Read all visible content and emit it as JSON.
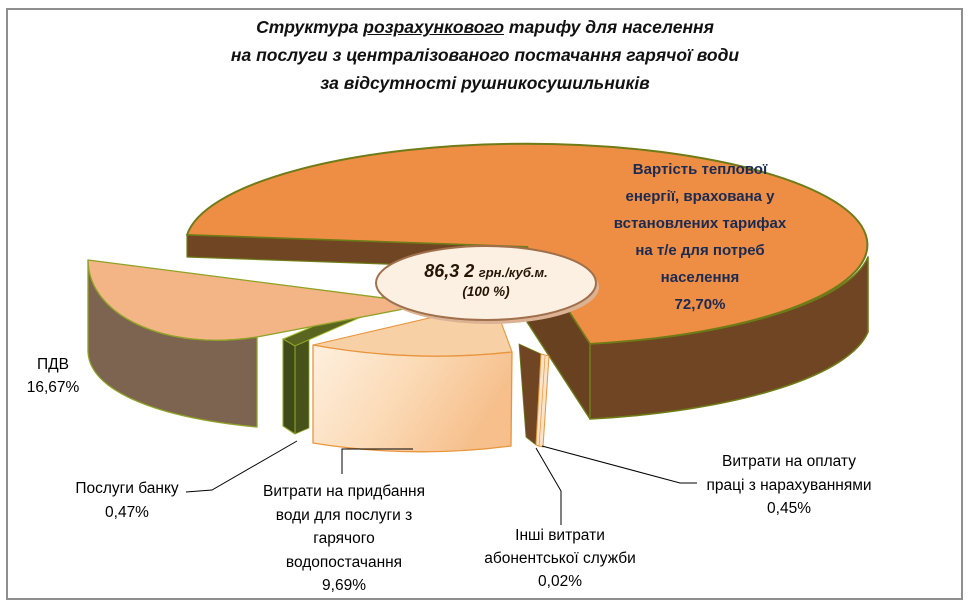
{
  "title": {
    "part1": "Структура ",
    "underlined": "розрахункового",
    "part2": " тарифу для населення",
    "line2": "на послуги з централізованого постачання гарячої води",
    "line3": "за відсутності рушникосушильників"
  },
  "center_label": {
    "value": "86,3 2",
    "unit": "грн./куб.м.",
    "total": "(100 %)"
  },
  "chart_data": {
    "type": "pie",
    "style": "3d-exploded",
    "unit": "грн./куб.м.",
    "total_value": "86,32",
    "total_pct": 100,
    "legend_position": "callouts",
    "slices": [
      {
        "name": "Вартість теплової енергії, врахована у встановлених тарифах на т/е для потреб населення",
        "pct": 72.7,
        "pct_label": "72,70%",
        "color": "#ED8E44",
        "side_color": "#6F4523",
        "outline": "#6E7B17"
      },
      {
        "name": "ПДВ",
        "pct": 16.67,
        "pct_label": "16,67%",
        "color": "#F3B486",
        "side_color": "#7C6450",
        "outline": "#8FA226"
      },
      {
        "name": "Витрати на придбання води для послуги з гарячого водопостачання",
        "pct": 9.69,
        "pct_label": "9,69%",
        "color": "#F8D0A5",
        "side_color": "#F6BF8C",
        "outline": "#E8953C"
      },
      {
        "name": "Послуги банку",
        "pct": 0.47,
        "pct_label": "0,47%",
        "color": "#5A661F",
        "side_color": "#3E4A17",
        "outline": "#8FA226"
      },
      {
        "name": "Витрати на оплату праці з нарахуваннями",
        "pct": 0.45,
        "pct_label": "0,45%",
        "color": "#FBE3C8",
        "side_color": "#6F4523",
        "outline": "#E8953C"
      },
      {
        "name": "Інші витрати абонентської служби",
        "pct": 0.02,
        "pct_label": "0,02%",
        "color": "#FBE3C8",
        "side_color": "#6F4523",
        "outline": "#E8953C"
      }
    ]
  },
  "callouts": {
    "main": {
      "lines": [
        "Вартість теплової",
        "енергії, врахована у",
        "встановлених тарифах",
        "на т/е для потреб",
        "населення",
        "72,70%"
      ]
    },
    "pdv": {
      "lines": [
        "ПДВ",
        "16,67%"
      ]
    },
    "bank": {
      "lines": [
        "Послуги банку",
        "0,47%"
      ]
    },
    "voda": {
      "lines": [
        "Витрати на придбання",
        "води для послуги з",
        "гарячого",
        "водопостачання",
        "9,69%"
      ]
    },
    "inshi": {
      "lines": [
        "Інші витрати",
        "абонентської служби",
        "0,02%"
      ]
    },
    "oplata": {
      "lines": [
        "Витрати на оплату",
        "праці з нарахуваннями",
        "0,45%"
      ]
    }
  }
}
